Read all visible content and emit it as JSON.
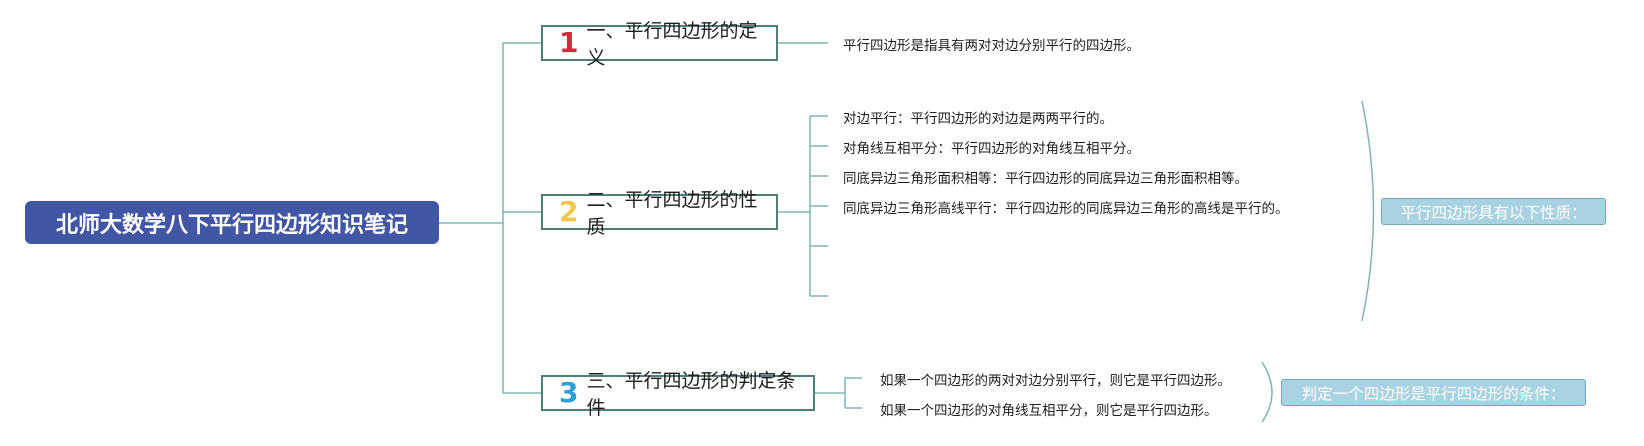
{
  "root": {
    "title": "北师大数学八下平行四边形知识笔记"
  },
  "branches": [
    {
      "num": "1",
      "label": "一、平行四边形的定义",
      "color": "#d6283a"
    },
    {
      "num": "2",
      "label": "二、平行四边形的性质",
      "color": "#f2c84b"
    },
    {
      "num": "3",
      "label": "三、平行四边形的判定条件",
      "color": "#2f9fd8"
    }
  ],
  "definition": [
    "平行四边形是指具有两对对边分别平行的四边形。"
  ],
  "properties": [
    "对边平行：平行四边形的对边是两两平行的。",
    "对角线互相平分：平行四边形的对角线互相平分。",
    "同底异边三角形面积相等：平行四边形的同底异边三角形面积相等。",
    "同底异边三角形高线平行：平行四边形的同底异边三角形的高线是平行的。",
    "",
    ""
  ],
  "properties_summary": "平行四边形具有以下性质：",
  "criteria": [
    "如果一个四边形的两对对边分别平行，则它是平行四边形。",
    "如果一个四边形的对角线互相平分，则它是平行四边形。"
  ],
  "criteria_summary": "判定一个四边形是平行四边形的条件：",
  "colors": {
    "root_bg": "#4256a6",
    "connector": "#7fb5ad",
    "branch_border": "#4f7f78",
    "summary_bg": "#a9d2e3"
  }
}
